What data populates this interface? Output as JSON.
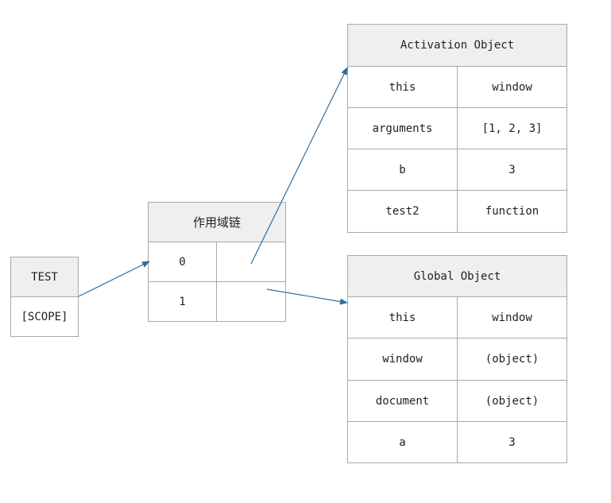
{
  "test": {
    "title": "TEST",
    "scope": "[SCOPE]"
  },
  "scope_chain": {
    "title": "作用域链",
    "rows": [
      {
        "index": "0",
        "value": ""
      },
      {
        "index": "1",
        "value": ""
      }
    ]
  },
  "activation_object": {
    "title": "Activation Object",
    "rows": [
      {
        "key": "this",
        "value": "window"
      },
      {
        "key": "arguments",
        "value": "[1, 2, 3]"
      },
      {
        "key": "b",
        "value": "3"
      },
      {
        "key": "test2",
        "value": "function"
      }
    ]
  },
  "global_object": {
    "title": "Global Object",
    "rows": [
      {
        "key": "this",
        "value": "window"
      },
      {
        "key": "window",
        "value": "(object)"
      },
      {
        "key": "document",
        "value": "(object)"
      },
      {
        "key": "a",
        "value": "3"
      }
    ]
  },
  "colors": {
    "border": "#a9a9a9",
    "header_fill": "#eeefef",
    "arrow": "#2e6f9e"
  }
}
